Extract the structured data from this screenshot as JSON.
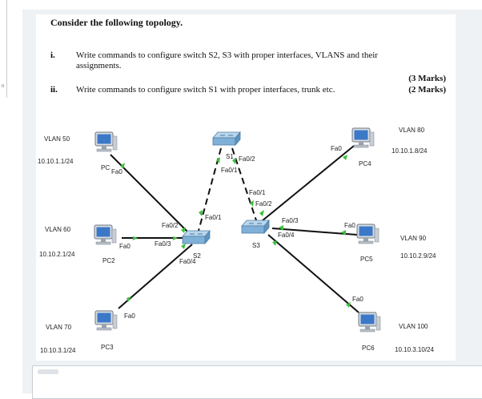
{
  "question": {
    "title": "Consider the following topology.",
    "items": [
      {
        "num": "i.",
        "text_line1": "Write commands to configure switch S2, S3 with proper interfaces, VLANS and their",
        "text_line2": "assignments.",
        "marks": "(3 Marks)"
      },
      {
        "num": "ii.",
        "text_line1": "Write commands to configure switch S1 with proper interfaces, trunk etc.",
        "marks": "(2 Marks)"
      }
    ]
  },
  "topology": {
    "pcs": [
      {
        "name": "PC",
        "port": "Fa0",
        "vlan": "VLAN 50",
        "ip": "10.10.1.1/24"
      },
      {
        "name": "PC2",
        "port": "Fa0",
        "vlan": "VLAN 60",
        "ip": "10.10.2.1/24"
      },
      {
        "name": "PC3",
        "port": "Fa0",
        "vlan": "VLAN 70",
        "ip": "10.10.3.1/24"
      },
      {
        "name": "PC4",
        "port": "Fa0",
        "vlan": "VLAN 80",
        "ip": "10.10.1.8/24"
      },
      {
        "name": "PC5",
        "port": "Fa0",
        "vlan": "VLAN 90",
        "ip": "10.10.2.9/24"
      },
      {
        "name": "PC6",
        "port": "Fa0",
        "vlan": "VLAN 100",
        "ip": "10.10.3.10/24"
      }
    ],
    "switches": [
      {
        "name": "S1",
        "ports": [
          "Fa0/2",
          "Fa0/1"
        ]
      },
      {
        "name": "S2",
        "ports": [
          "Fa0/1",
          "Fa0/2",
          "Fa0/3",
          "Fa0/4"
        ]
      },
      {
        "name": "S3",
        "ports": [
          "Fa0/1",
          "Fa0/2",
          "Fa0/3",
          "Fa0/4"
        ]
      }
    ]
  },
  "colors": {
    "link": "#111111",
    "port_led": "#3cbf3c",
    "panel": "#eef2f5"
  }
}
